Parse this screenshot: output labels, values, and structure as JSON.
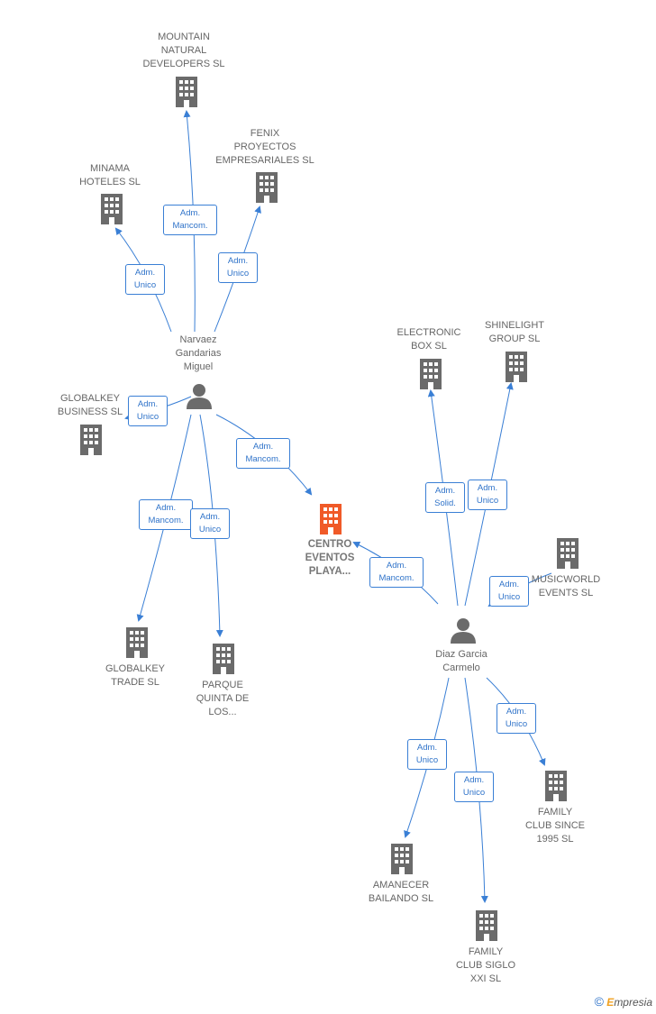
{
  "colors": {
    "edge": "#3a7fd5",
    "building": "#6b6b6b",
    "focus_building": "#f05a28",
    "person": "#6b6b6b"
  },
  "companies": {
    "mountain": "MOUNTAIN\nNATURAL\nDEVELOPERS SL",
    "fenix": "FENIX\nPROYECTOS\nEMPRESARIALES SL",
    "minama": "MINAMA\nHOTELES  SL",
    "globalkey_business": "GLOBALKEY\nBUSINESS  SL",
    "centro": "CENTRO\nEVENTOS\nPLAYA...",
    "globalkey_trade": "GLOBALKEY\nTRADE  SL",
    "parque": "PARQUE\nQUINTA DE\nLOS...",
    "electronic": "ELECTRONIC\nBOX SL",
    "shinelight": "SHINELIGHT\nGROUP SL",
    "musicworld": "MUSICWORLD\nEVENTS  SL",
    "family_since": "FAMILY\nCLUB SINCE\n1995  SL",
    "amanecer": "AMANECER\nBAILANDO  SL",
    "family_siglo": "FAMILY\nCLUB SIGLO\nXXI  SL"
  },
  "persons": {
    "narvaez": "Narvaez\nGandarias\nMiguel",
    "diaz": "Diaz Garcia\nCarmelo"
  },
  "edge_labels": {
    "e_mountain": "Adm.\nMancom.",
    "e_fenix": "Adm.\nUnico",
    "e_minama": "Adm.\nUnico",
    "e_gbusiness": "Adm.\nUnico",
    "e_centro_n": "Adm.\nMancom.",
    "e_gtrade": "Adm.\nMancom.",
    "e_parque": "Adm.\nUnico",
    "e_electronic": "Adm.\nSolid.",
    "e_shinelight": "Adm.\nUnico",
    "e_centro_d": "Adm.\nMancom.",
    "e_musicworld": "Adm.\nUnico",
    "e_family_since": "Adm.\nUnico",
    "e_amanecer": "Adm.\nUnico",
    "e_family_siglo": "Adm.\nUnico"
  },
  "brand": {
    "symbol": "©",
    "first_letter": "E",
    "rest": "mpresia"
  }
}
